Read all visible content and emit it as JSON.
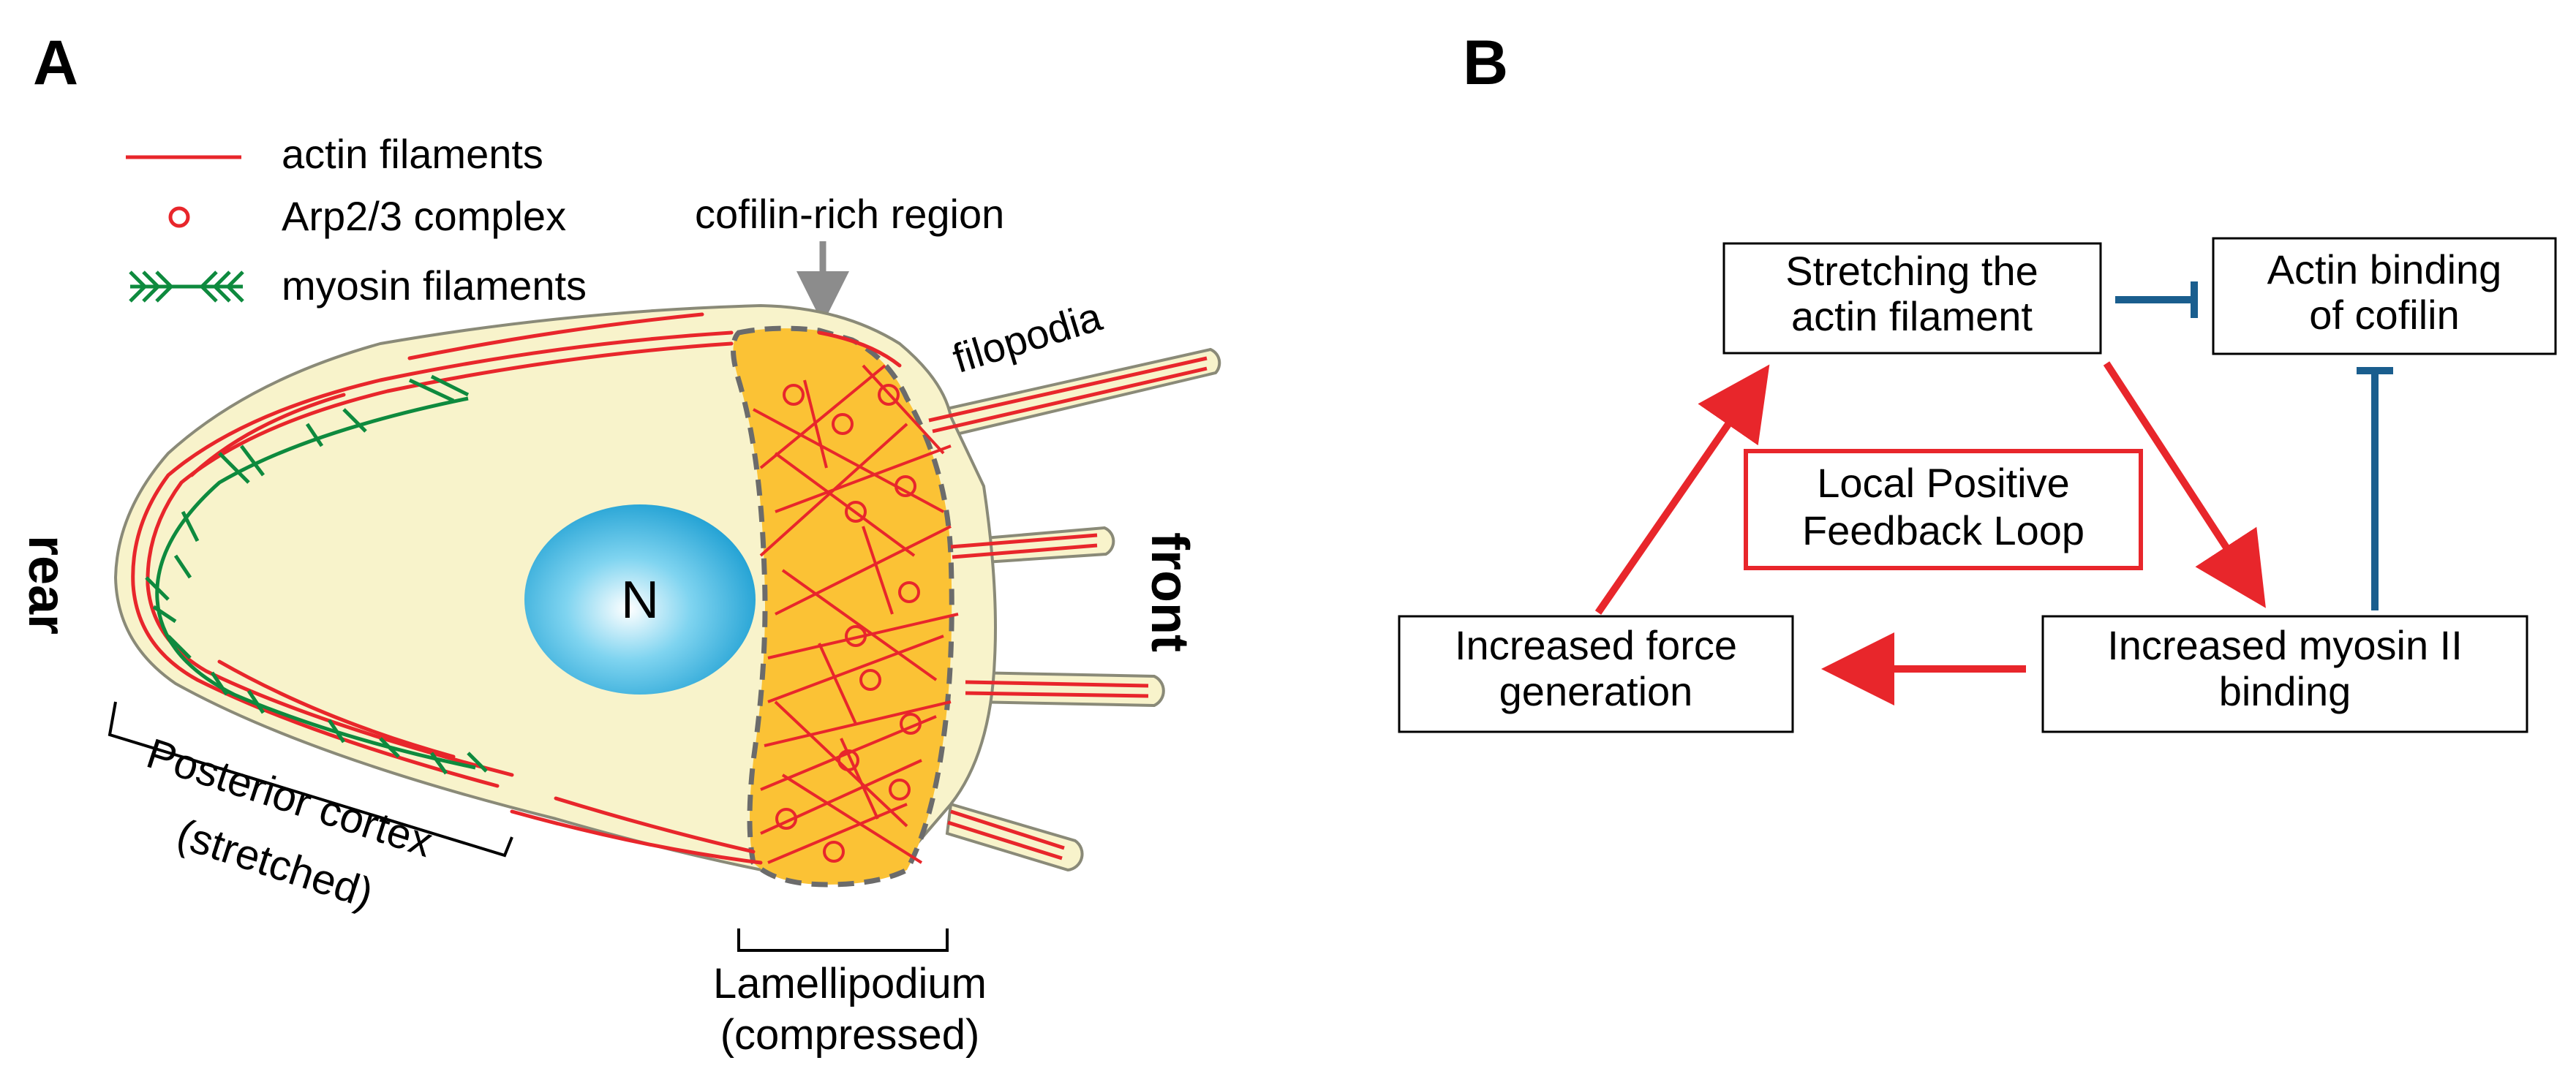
{
  "panel_a": {
    "label": "A",
    "legend": {
      "actin": "actin filaments",
      "arp": "Arp2/3 complex",
      "myosin": "myosin filaments"
    },
    "cofilin_region": "cofilin-rich region",
    "filopodia": "filopodia",
    "nucleus": "N",
    "rear": "rear",
    "front": "front",
    "posterior_line1": "Posterior cortex",
    "posterior_line2": "(stretched)",
    "lamellipodium_line1": "Lamellipodium",
    "lamellipodium_line2": "(compressed)"
  },
  "panel_b": {
    "label": "B",
    "stretching_line1": "Stretching the",
    "stretching_line2": "actin filament",
    "cofilin_line1": "Actin binding",
    "cofilin_line2": "of cofilin",
    "loop_line1": "Local Positive",
    "loop_line2": "Feedback Loop",
    "myosin_line1": "Increased myosin II",
    "myosin_line2": "binding",
    "force_line1": "Increased force",
    "force_line2": "generation"
  },
  "colors": {
    "actin": "#e8262b",
    "myosin": "#0e8a3e",
    "cell_fill": "#f8f3cb",
    "cell_stroke": "#8a8a78",
    "lamellipodium_fill": "#fbc235",
    "nucleus": "#2aa8d8",
    "inhibit": "#1a5e8e",
    "gray_arrow": "#8c8c8c"
  }
}
